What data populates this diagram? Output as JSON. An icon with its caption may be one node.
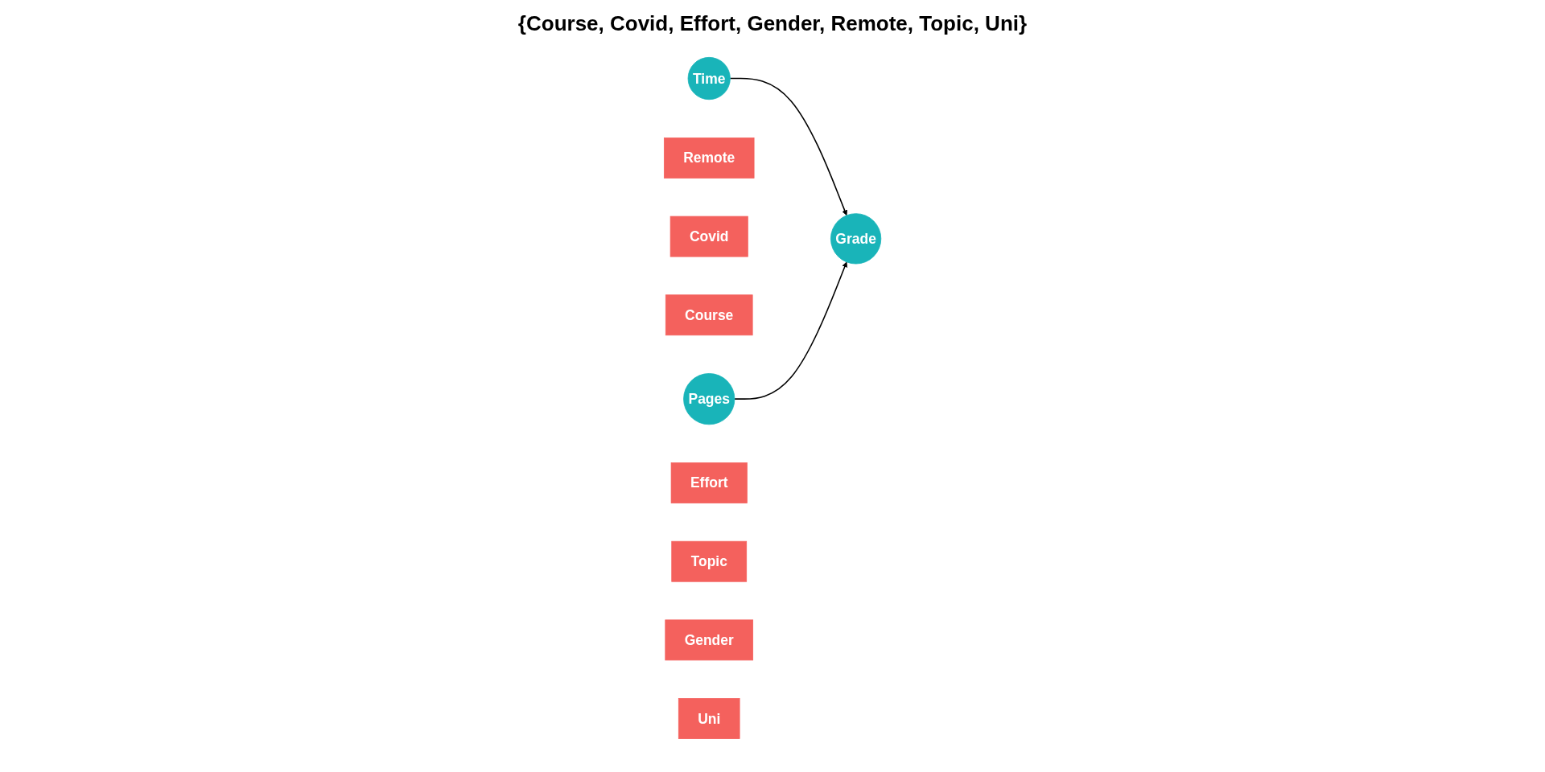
{
  "diagram": {
    "title": "{Course, Covid, Effort, Gender, Remote, Topic, Uni}",
    "nodes": [
      {
        "text": [
          "Time"
        ]
      },
      {
        "text": [
          "Remote"
        ]
      },
      {
        "text": [
          "Covid"
        ]
      },
      {
        "text": [
          "Course"
        ]
      },
      {
        "text": [
          "Grade"
        ]
      },
      {
        "text": [
          "Pages"
        ]
      },
      {
        "text": [
          "Effort"
        ]
      },
      {
        "text": [
          "Topic"
        ]
      },
      {
        "text": [
          "Gender"
        ]
      },
      {
        "text": [
          "Uni"
        ]
      }
    ],
    "edges": [
      {
        "from": 0,
        "to": 4,
        "arrow": "to"
      },
      {
        "from": 5,
        "to": 4,
        "arrow": "to"
      }
    ]
  }
}
